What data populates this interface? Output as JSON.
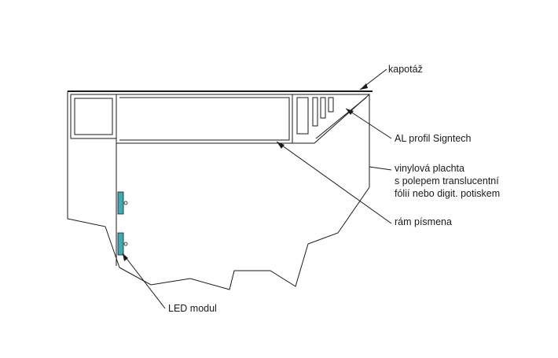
{
  "labels": {
    "kapotaz": "kapotáž",
    "al_profil": "AL profil Signtech",
    "vinyl_line1": "vinylová plachta",
    "vinyl_line2": "s polepem translucentní",
    "vinyl_line3": "fólií nebo digit. potiskem",
    "ram": "rám písmena",
    "led": "LED modul"
  },
  "colors": {
    "line": "#1a1a1a",
    "led_module": "#3fa9b5"
  }
}
